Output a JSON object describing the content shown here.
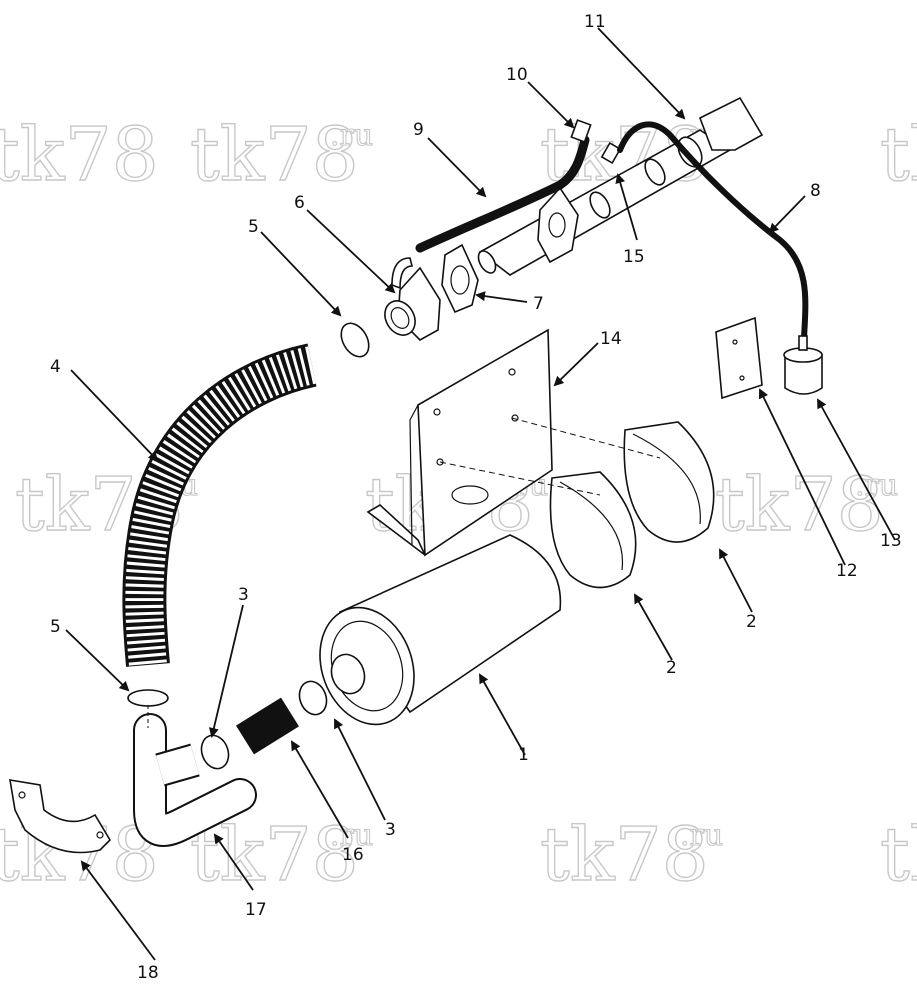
{
  "watermarks": [
    "tk78",
    ".ru"
  ],
  "callouts": {
    "c1": "1",
    "c2a": "2",
    "c2b": "2",
    "c3a": "3",
    "c3b": "3",
    "c4": "4",
    "c5a": "5",
    "c5b": "5",
    "c6": "6",
    "c7": "7",
    "c8": "8",
    "c9": "9",
    "c10": "10",
    "c11": "11",
    "c12": "12",
    "c13": "13",
    "c14": "14",
    "c15": "15",
    "c16": "16",
    "c17": "17",
    "c18": "18"
  }
}
